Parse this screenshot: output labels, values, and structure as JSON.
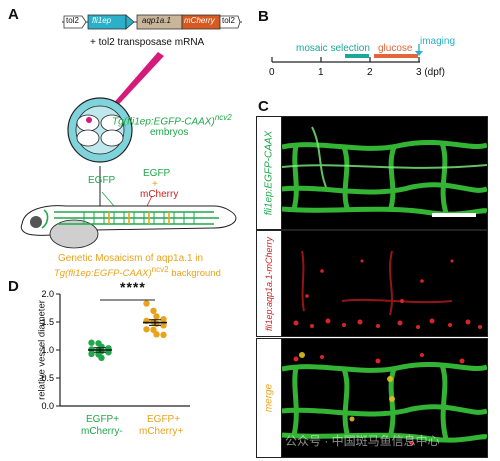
{
  "panelA": {
    "letter": "A",
    "construct": {
      "left_arm": "tol2",
      "promoter": "fli1ep",
      "gene": "aqp1a.1",
      "reporter": "mCherry",
      "right_arm": "tol2"
    },
    "plus_text": "+ tol2 transposase mRNA",
    "embryo_label_line1": "Tg(fli1ep:EGFP-CAAX)",
    "embryo_label_sup": "ncv2",
    "embryo_label_line2": "embryos",
    "fish_egfp_label": "EGFP",
    "fish_egfp_label2": "EGFP",
    "fish_plus": "+",
    "fish_mcherry_label": "mCherry",
    "caption_line1": "Genetic Mosaicism of aqp1a.1 in",
    "caption_line2_main": "Tg(fli1ep:EGFP-CAAX)",
    "caption_line2_sup": "ncv2",
    "caption_line2_end": "background",
    "colors": {
      "green": "#1fa84a",
      "orange": "#e8a31c",
      "red": "#cc1f1f",
      "cyan": "#2ab0c8",
      "pink": "#d61a7a"
    }
  },
  "panelB": {
    "letter": "B",
    "mosaic_label": "mosaic selection",
    "glucose_label": "glucose",
    "imaging_label": "imaging",
    "ticks": [
      "0",
      "1",
      "2",
      "3 (dpf)"
    ]
  },
  "panelC": {
    "letter": "C",
    "labels": [
      "fli1ep:EGFP-CAAX",
      "fli1ep:aqp1a.1-mCherry",
      "merge"
    ]
  },
  "panelD": {
    "letter": "D",
    "significance": "****",
    "chart_data": {
      "type": "scatter",
      "title": "",
      "xlabel": "",
      "ylabel": "relative vessel diameter",
      "ylim": [
        0,
        2.0
      ],
      "yticks": [
        "0.0",
        "0.5",
        "1.0",
        "1.5",
        "2.0"
      ],
      "categories": [
        {
          "line1": "EGFP+",
          "line2": "mCherry-"
        },
        {
          "line1": "EGFP+",
          "line2": "mCherry+"
        }
      ],
      "series": [
        {
          "color": "#1fa84a",
          "mean": 1.0,
          "values": [
            1.13,
            1.12,
            1.06,
            1.03,
            1.01,
            1.0,
            0.98,
            0.96,
            0.93,
            0.92,
            0.86
          ]
        },
        {
          "color": "#e8a31c",
          "mean": 1.49,
          "values": [
            1.83,
            1.7,
            1.6,
            1.55,
            1.52,
            1.5,
            1.47,
            1.44,
            1.37,
            1.36,
            1.28,
            1.27
          ]
        }
      ]
    }
  },
  "watermark": "公众号 · 中国斑马鱼信息中心"
}
